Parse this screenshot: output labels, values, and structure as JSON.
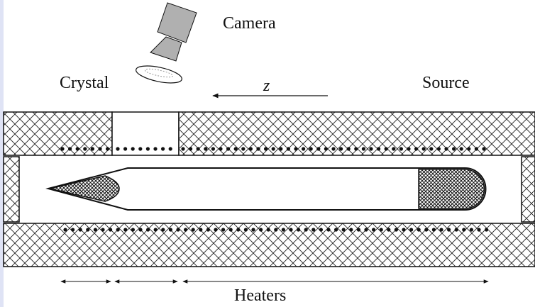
{
  "labels": {
    "camera": "Camera",
    "crystal": "Crystal",
    "source": "Source",
    "axis": "z",
    "heaters": "Heaters"
  },
  "colors": {
    "background": "#dfe3f5",
    "panel": "#ffffff",
    "stroke": "#111111",
    "camera_fill": "#b0b0b0"
  }
}
